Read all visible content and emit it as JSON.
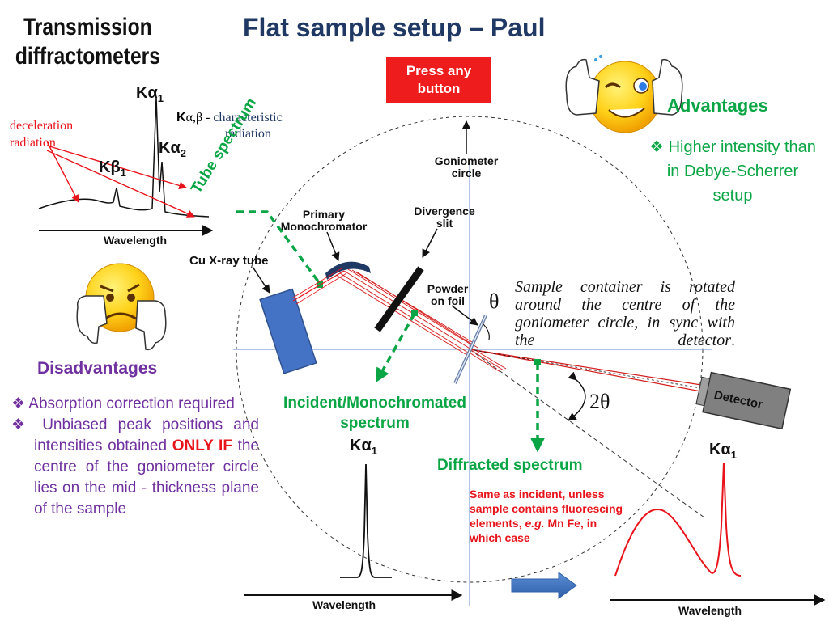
{
  "titles": {
    "left_line1": "Transmission",
    "left_line2": "diffractometers",
    "main": "Flat sample setup – Paul"
  },
  "press_button": {
    "line1": "Press any",
    "line2": "button"
  },
  "top_spectrum": {
    "ka1": "Kα",
    "ka1_sub": "1",
    "ka2": "Kα",
    "ka2_sub": "2",
    "kb1": "Kβ",
    "kb1_sub": "1",
    "char_label_k": "K",
    "char_label_rest": "α,β - ",
    "char_label_colored": "characteristic",
    "char_label_line2": "radiation",
    "decel_line1": "deceleration",
    "decel_line2": "radiation",
    "wavelength": "Wavelength"
  },
  "labels": {
    "tube_spectrum": "Tube spectrum",
    "cu_tube": "Cu X-ray tube",
    "primary_mono_line1": "Primary",
    "primary_mono_line2": "Monochromator",
    "goniometer_line1": "Goniometer",
    "goniometer_line2": "circle",
    "divergence_line1": "Divergence",
    "divergence_line2": "slit",
    "powder_line1": "Powder",
    "powder_line2": "on foil",
    "theta": "θ",
    "two_theta": "2θ",
    "detector": "Detector",
    "incident_line1": "Incident/Monochromated",
    "incident_line2": "spectrum",
    "diffracted": "Diffracted spectrum"
  },
  "advantages": {
    "heading": "Advantages",
    "items": [
      "Higher intensity than in Debye-Scherrer setup"
    ]
  },
  "disadvantages": {
    "heading": "Disadvantages",
    "item1": "Absorption correction required",
    "item2_part1": "Unbiased peak positions and intensities obtained ",
    "item2_emph": "ONLY IF",
    "item2_part2": " the centre of the goniometer circle  lies on the mid - thickness plane of the sample"
  },
  "sample_note": {
    "part1": "Sample container is rotated around the centre of the goniometer circle, in sync with the detector",
    "part2": "."
  },
  "fluor_note": {
    "part1": "Same as incident, unless sample contains fluorescing elements, ",
    "eg": "e.g.",
    "part2": " Mn Fe, in which case"
  },
  "bottom_spectra": {
    "left_ka": "Kα",
    "left_ka_sub": "1",
    "left_wavelength": "Wavelength",
    "right_ka": "Kα",
    "right_ka_sub": "1",
    "right_wavelength": "Wavelength"
  },
  "colors": {
    "green": "#0aa544",
    "purple": "#7030a0",
    "red": "#e8141b",
    "navy": "#203864",
    "tube_blue": "#4472c4",
    "mono_navy": "#1f3864"
  },
  "icons": [
    "winking-thumbs-up-emoji-icon",
    "worried-thumbs-down-emoji-icon",
    "bullet-diamond-icon",
    "right-arrow-icon"
  ]
}
